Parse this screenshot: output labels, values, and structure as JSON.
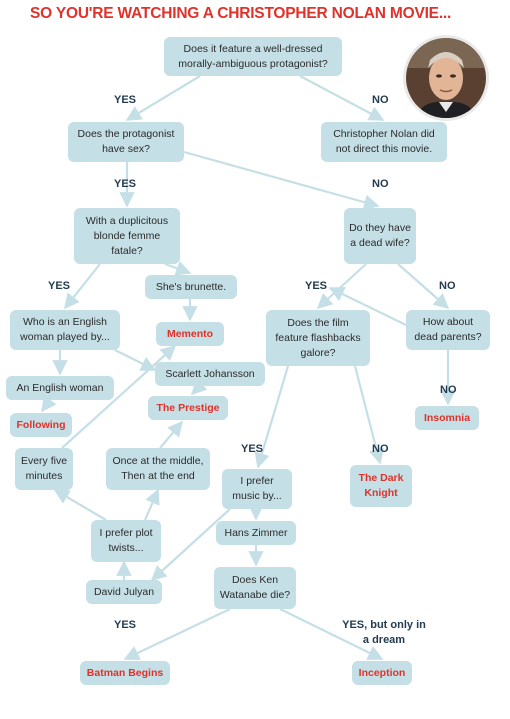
{
  "title": "SO YOU'RE WATCHING A CHRISTOPHER NOLAN MOVIE...",
  "nodes": {
    "q_protagonist": "Does it feature a well-dressed morally-ambiguous protagonist?",
    "not_nolan": "Christopher Nolan did not direct this movie.",
    "q_sex": "Does the protagonist have sex?",
    "q_femme": "With a duplicitous blonde femme fatale?",
    "q_wife": "Do they have a dead wife?",
    "brunette": "She's brunette.",
    "q_flashbacks": "Does the film feature flashbacks galore?",
    "q_parents": "How about dead parents?",
    "q_english": "Who is an English woman played by...",
    "memento": "Memento",
    "english_woman": "An English woman",
    "scarlett": "Scarlett Johansson",
    "following": "Following",
    "prestige": "The Prestige",
    "insomnia": "Insomnia",
    "five_minutes": "Every five minutes",
    "middle_end": "Once at the middle, Then at the end",
    "music": "I prefer music by...",
    "dark_knight": "The Dark Knight",
    "plot_twists": "I prefer plot twists...",
    "zimmer": "Hans Zimmer",
    "julyan": "David Julyan",
    "q_watanabe": "Does Ken Watanabe die?",
    "batman": "Batman Begins",
    "inception": "Inception"
  },
  "labels": {
    "yes1": "YES",
    "no1": "NO",
    "yes2": "YES",
    "no2": "NO",
    "yes3": "YES",
    "yes4": "YES",
    "no4": "NO",
    "no5": "NO",
    "yes6": "YES",
    "no6": "NO",
    "yes7": "YES",
    "yes_dream": "YES, but only in a dream"
  },
  "icons": {
    "portrait": "christopher-nolan-portrait"
  },
  "colors": {
    "node_fill": "#c4dfe6",
    "arrow": "#c4dfe6",
    "movie_text": "#e0322a",
    "title_text": "#e0322a",
    "label_text": "#243c50"
  }
}
